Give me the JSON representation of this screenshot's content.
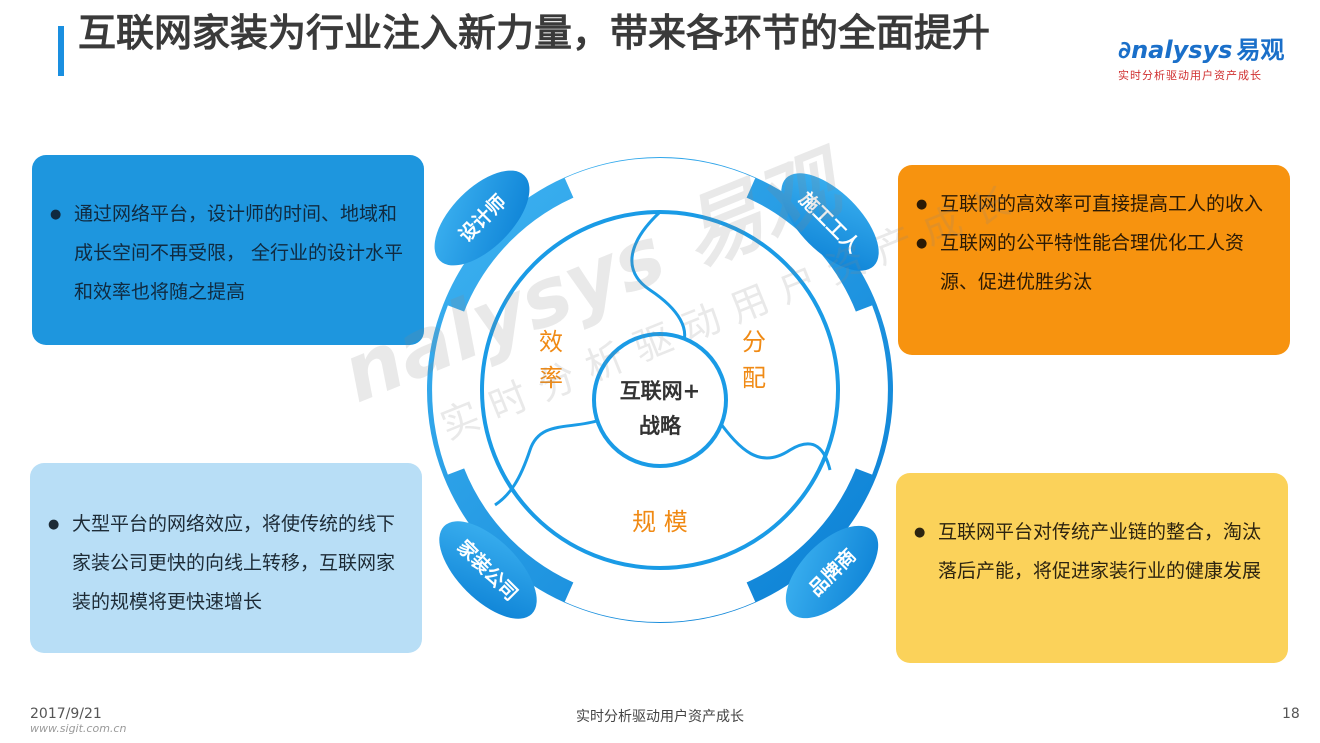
{
  "header": {
    "title": "互联网家装为行业注入新力量，带来各环节的全面提升",
    "logo_text": "nalysys",
    "logo_cn": "易观",
    "logo_tagline": "实时分析驱动用户资产成长"
  },
  "boxes": {
    "top_left": [
      "通过网络平台，设计师的时间、地域和成长空间不再受限， 全行业的设计水平和效率也将随之提高"
    ],
    "top_right": [
      "互联网的高效率可直接提高工人的收入",
      "互联网的公平特性能合理优化工人资源、促进优胜劣汰"
    ],
    "bottom_left": [
      "大型平台的网络效应，将使传统的线下家装公司更快的向线上转移，互联网家装的规模将更快速增长"
    ],
    "bottom_right": [
      "互联网平台对传统产业链的整合，淘汰落后产能，将促进家装行业的健康发展"
    ]
  },
  "diagram": {
    "center_line1": "互联网+",
    "center_line2": "战略",
    "segment_efficiency": [
      "效",
      "率"
    ],
    "segment_distribution": [
      "分",
      "配"
    ],
    "segment_scale": "规 模",
    "roles": {
      "designer": "设计师",
      "worker": "施工工人",
      "company": "家装公司",
      "brand": "品牌商"
    },
    "colors": {
      "blue": "#1a9be6",
      "orange": "#f08a14"
    }
  },
  "watermark": {
    "big": "nalysys 易观",
    "small": "实时分析驱动用户资产成长"
  },
  "footer": {
    "date": "2017/9/21",
    "tagline": "实时分析驱动用户资产成长",
    "page": "18",
    "url": "www.sigit.com.cn"
  }
}
